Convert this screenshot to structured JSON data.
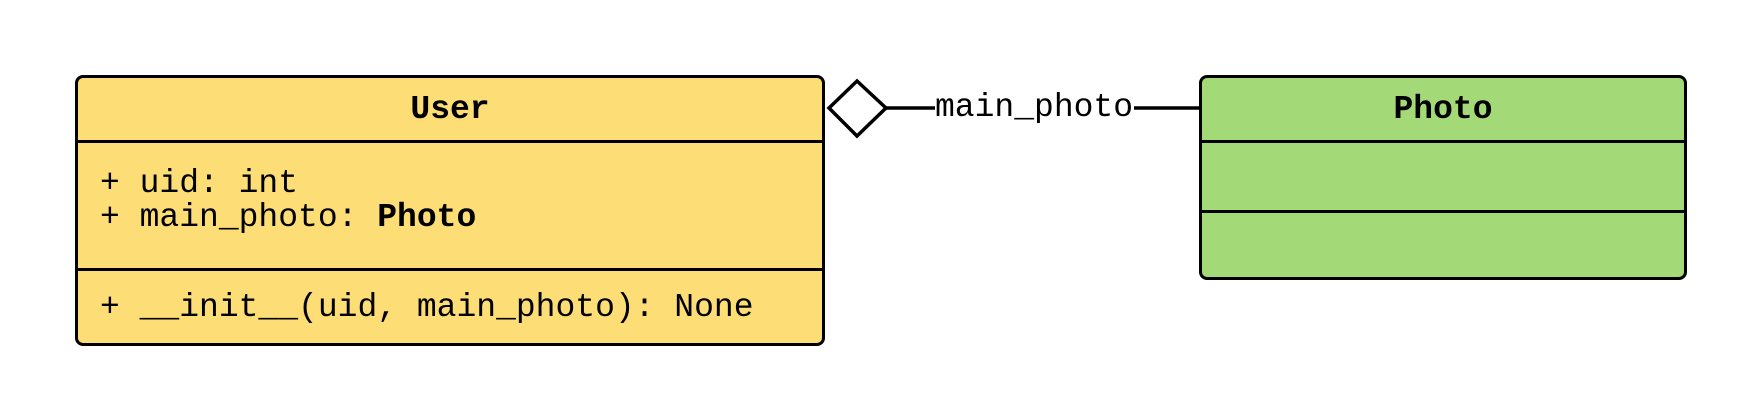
{
  "classes": {
    "user": {
      "name": "User",
      "fill": "#FDDD75",
      "attributes": [
        {
          "text": "+ uid: int",
          "type_bold": ""
        },
        {
          "text": "+ main_photo: ",
          "type_bold": "Photo"
        }
      ],
      "methods": [
        "+ __init__(uid, main_photo): None"
      ]
    },
    "photo": {
      "name": "Photo",
      "fill": "#A3D977"
    }
  },
  "association": {
    "type": "aggregation",
    "label": "main_photo",
    "from": "User",
    "to": "Photo"
  }
}
